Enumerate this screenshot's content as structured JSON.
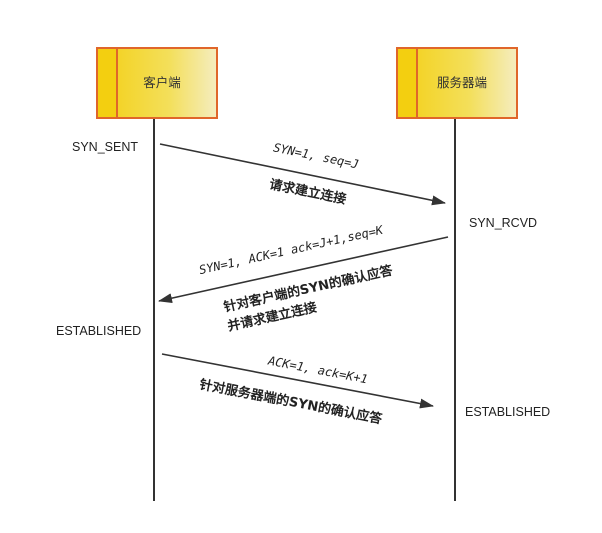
{
  "participants": {
    "client": "客户端",
    "server": "服务器端"
  },
  "states": {
    "client_syn_sent": "SYN_SENT",
    "server_syn_rcvd": "SYN_RCVD",
    "client_established": "ESTABLISHED",
    "server_established": "ESTABLISHED"
  },
  "messages": [
    {
      "from": "client",
      "to": "server",
      "fields": "SYN=1, seq=J",
      "notes": [
        "请求建立连接"
      ]
    },
    {
      "from": "server",
      "to": "client",
      "fields": "SYN=1, ACK=1  ack=J+1,seq=K",
      "notes": [
        "针对客户端的SYN的确认应答",
        "并请求建立连接"
      ]
    },
    {
      "from": "client",
      "to": "server",
      "fields": "ACK=1, ack=K+1",
      "notes": [
        "针对服务器端的SYN的确认应答"
      ]
    }
  ],
  "colors": {
    "box_border": "#e0662a",
    "box_fill_start": "#f5d21a",
    "box_fill_end": "#f5eab0",
    "line": "#333333"
  }
}
